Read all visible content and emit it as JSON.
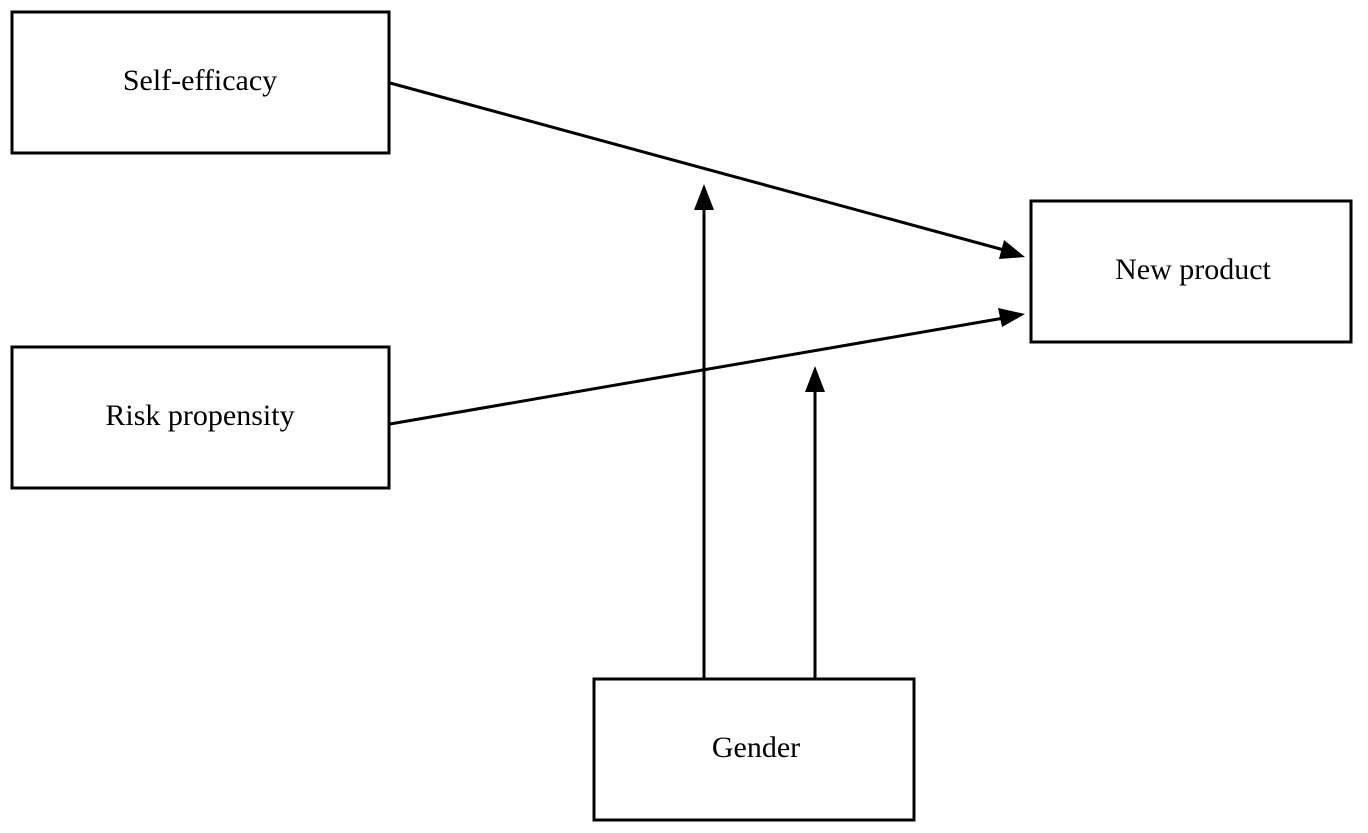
{
  "diagram": {
    "nodes": {
      "self_efficacy": "Self-efficacy",
      "risk_propensity": "Risk propensity",
      "new_product": "New product",
      "gender": "Gender"
    },
    "edges": [
      {
        "from": "Self-efficacy",
        "to": "New product"
      },
      {
        "from": "Risk propensity",
        "to": "New product"
      },
      {
        "from": "Gender",
        "to": "Self-efficacy → New product"
      },
      {
        "from": "Gender",
        "to": "Risk propensity → New product"
      }
    ]
  }
}
